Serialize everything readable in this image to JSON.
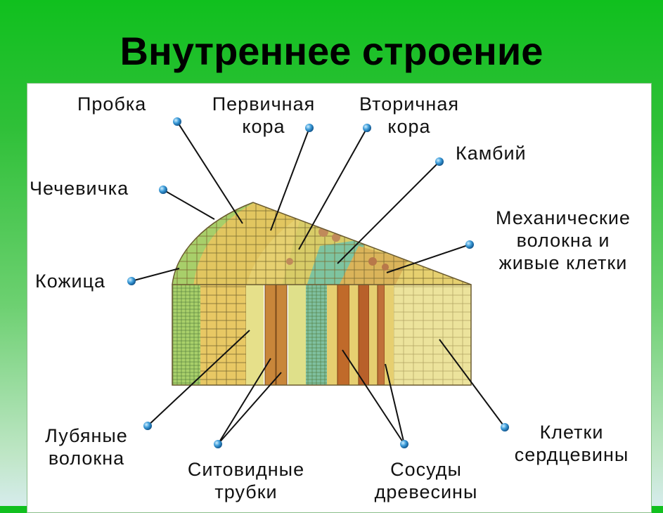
{
  "title": "Внутреннее строение",
  "labels": {
    "probka": "Пробка",
    "pervichnaya_1": "Первичная",
    "pervichnaya_2": "кора",
    "vtorichnaya_1": "Вторичная",
    "vtorichnaya_2": "кора",
    "kambiy": "Камбий",
    "chechevichka": "Чечевичка",
    "mech_1": "Механические",
    "mech_2": "волокна и",
    "mech_3": "живые клетки",
    "kozhitsa": "Кожица",
    "lub_1": "Лубяные",
    "lub_2": "волокна",
    "sito_1": "Ситовидные",
    "sito_2": "трубки",
    "sosudy_1": "Сосуды",
    "sosudy_2": "древесины",
    "serd_1": "Клетки",
    "serd_2": "сердцевины"
  }
}
